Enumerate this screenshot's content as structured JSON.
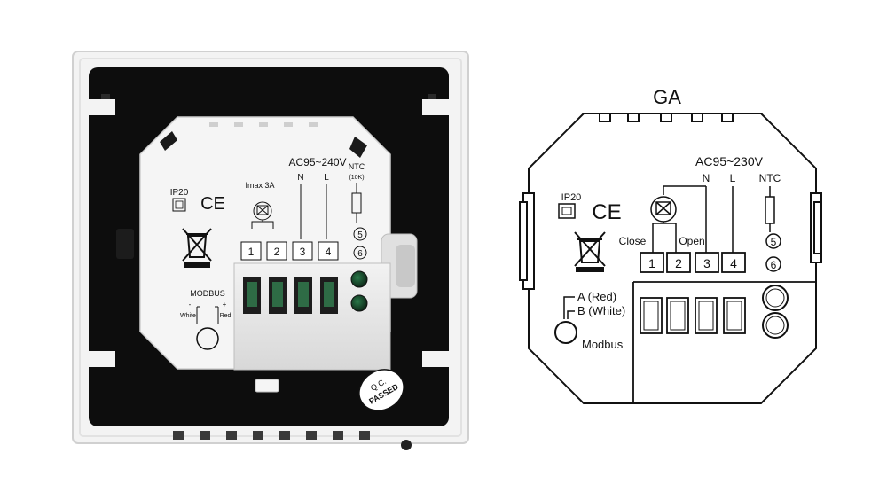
{
  "photo": {
    "ac_label": "AC95~240V",
    "n_label": "N",
    "l_label": "L",
    "ntc_label": "NTC",
    "ntc_value": "(10K)",
    "imax_label": "Imax 3A",
    "ip_label": "IP20",
    "ce_label": "CE",
    "terminals": [
      "1",
      "2",
      "3",
      "4"
    ],
    "ntc_terminals": [
      "5",
      "6"
    ],
    "modbus_label": "MODBUS",
    "modbus_minus": "-",
    "modbus_plus": "+",
    "modbus_white": "White",
    "modbus_red": "Red",
    "qc_line1": "Q.C.",
    "qc_line2": "PASSED",
    "colors": {
      "frame": "#f3f3f3",
      "panel": "#0d0d0d",
      "module": "#f5f5f5",
      "block": "#e6e6e6"
    }
  },
  "diagram": {
    "title": "GA",
    "ac_label": "AC95~230V",
    "n_label": "N",
    "l_label": "L",
    "ntc_label": "NTC",
    "ip_label": "IP20",
    "ce_label": "CE",
    "close_label": "Close",
    "open_label": "Open",
    "terminals": [
      "1",
      "2",
      "3",
      "4"
    ],
    "ntc_terminals": [
      "5",
      "6"
    ],
    "modbus_a": "A (Red)",
    "modbus_b": "B (White)",
    "modbus_label": "Modbus"
  }
}
